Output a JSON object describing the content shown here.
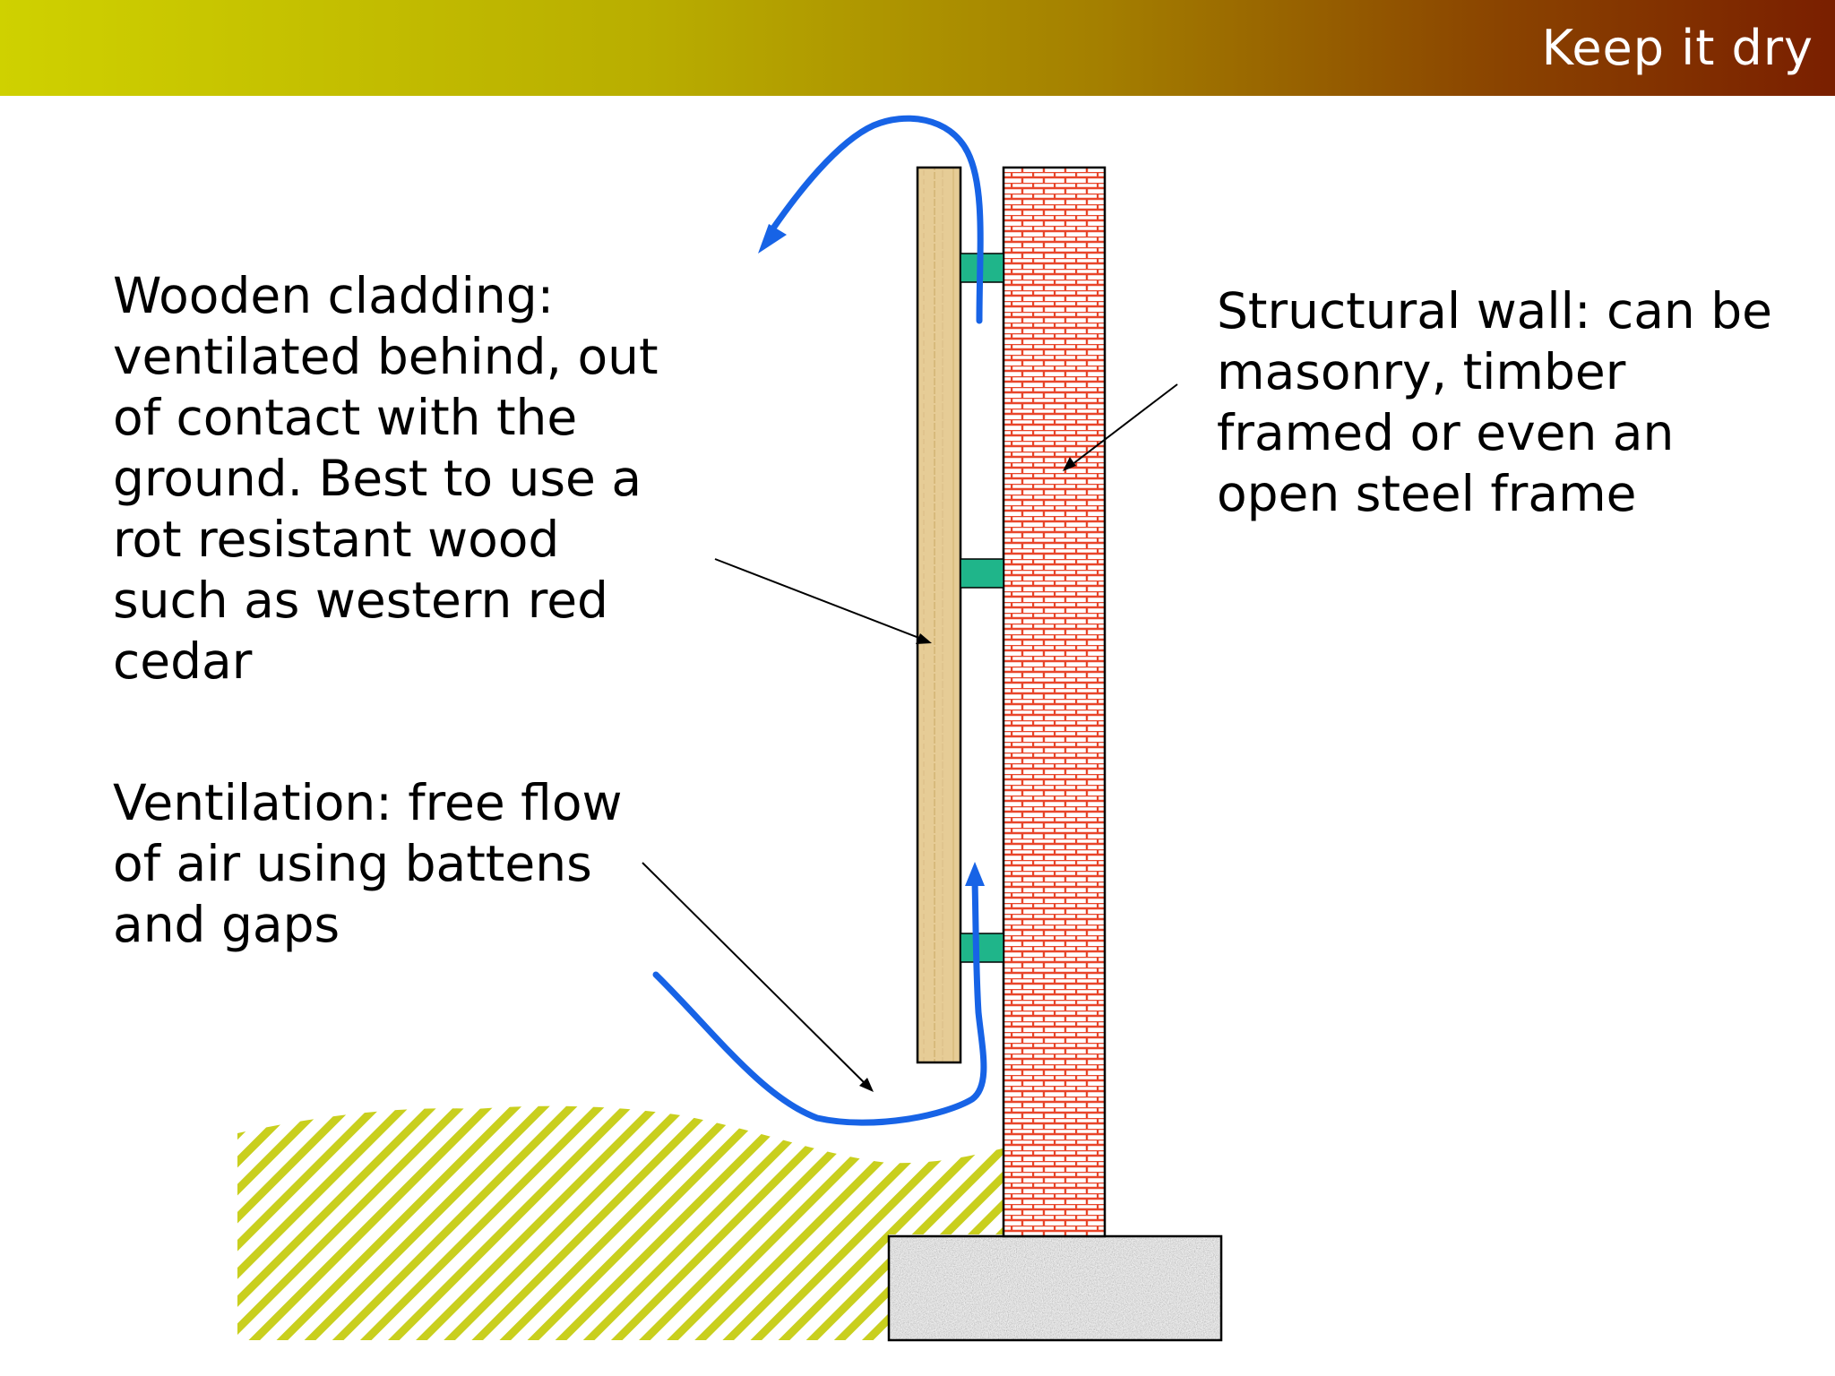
{
  "header": {
    "title": "Keep it dry",
    "gradient_start": "#cfd100",
    "gradient_end": "#7a1f00"
  },
  "labels": {
    "cladding": "Wooden cladding:\nventilated behind, out\nof contact with the\nground. Best to use a\nrot resistant wood\nsuch as western red\ncedar",
    "wall": "Structural wall: can be\nmasonry, timber\nframed or even an\nopen steel frame",
    "ventilation": "Ventilation: free flow\nof air using battens\nand gaps"
  },
  "colors": {
    "brick": "#e8452a",
    "timber": "#e6cc96",
    "batten": "#1fb58a",
    "airflow": "#1763e6",
    "ground": "#c9cf1e",
    "footing": "#8f8f8f"
  }
}
